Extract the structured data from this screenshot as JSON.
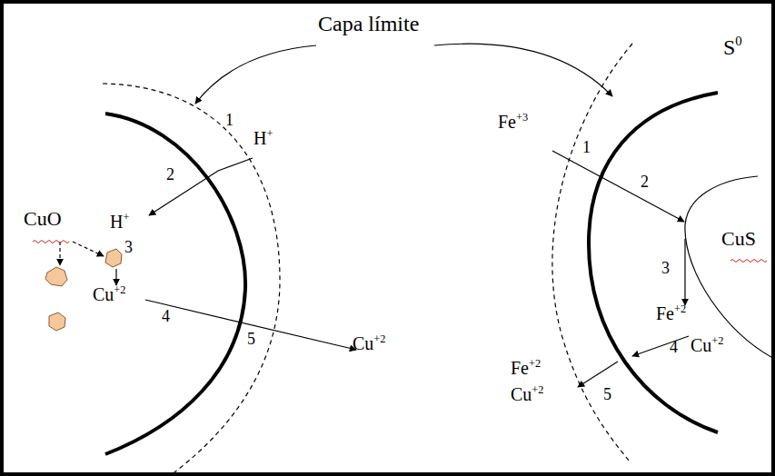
{
  "diagram": {
    "labels": [
      "Capa límite",
      "1",
      "2",
      "H+",
      "H+",
      "CuO",
      "3",
      "Cu+2",
      "4",
      "5",
      "Cu+2",
      "Fe+3",
      "1",
      "2",
      "S0",
      "3",
      "CuS",
      "Fe+2",
      "4",
      "Cu+2",
      "Fe+2",
      "Cu+2",
      "5"
    ]
  }
}
